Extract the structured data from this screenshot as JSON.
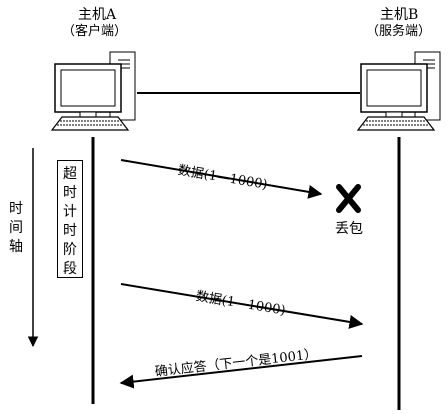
{
  "hosts": {
    "a": {
      "name": "主机A",
      "role": "（客户端）"
    },
    "b": {
      "name": "主机B",
      "role": "（服务端）"
    }
  },
  "time_axis": {
    "chars": [
      "时",
      "间",
      "轴"
    ]
  },
  "timeout_phase": {
    "chars": [
      "超",
      "时",
      "计",
      "时",
      "阶",
      "段"
    ]
  },
  "messages": {
    "first_data": "数据(1—1000)",
    "packet_loss": "丢包",
    "retransmit_data": "数据(1—1000)",
    "ack": "确认应答（下一个是1001）"
  },
  "colors": {
    "line": "#000000",
    "background": "#ffffff"
  }
}
